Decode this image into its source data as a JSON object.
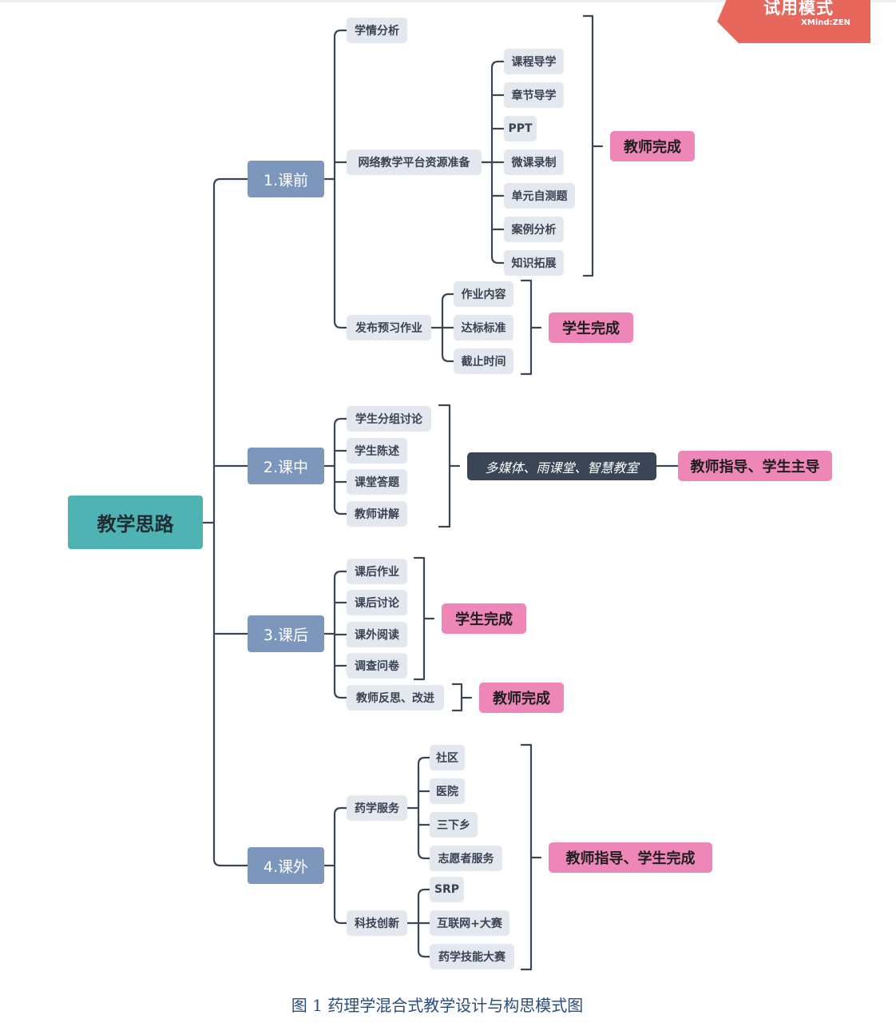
{
  "watermark": {
    "title": "试用模式",
    "brand": "XMind:ZEN"
  },
  "root": "教学思路",
  "branches": {
    "pre": {
      "label": "1.课前",
      "items": [
        "学情分析",
        "网络教学平台资源准备",
        "发布预习作业"
      ],
      "resources": [
        "课程导学",
        "章节导学",
        "PPT",
        "微课录制",
        "单元自测题",
        "案例分析",
        "知识拓展"
      ],
      "homework": [
        "作业内容",
        "达标标准",
        "截止时间"
      ],
      "resource_owner": "教师完成",
      "homework_owner": "学生完成"
    },
    "mid": {
      "label": "2.课中",
      "items": [
        "学生分组讨论",
        "学生陈述",
        "课堂答题",
        "教师讲解"
      ],
      "tools": "多媒体、雨课堂、智慧教室",
      "owner": "教师指导、学生主导"
    },
    "post": {
      "label": "3.课后",
      "items": [
        "课后作业",
        "课后讨论",
        "课外阅读",
        "调查问卷",
        "教师反思、改进"
      ],
      "student_owner": "学生完成",
      "teacher_owner": "教师完成"
    },
    "extra": {
      "label": "4.课外",
      "items": [
        "药学服务",
        "科技创新"
      ],
      "service": [
        "社区",
        "医院",
        "三下乡",
        "志愿者服务"
      ],
      "innovation": [
        "SRP",
        "互联网+大赛",
        "药学技能大赛"
      ],
      "owner": "教师指导、学生完成"
    }
  },
  "caption": "图 1 药理学混合式教学设计与构思模式图"
}
